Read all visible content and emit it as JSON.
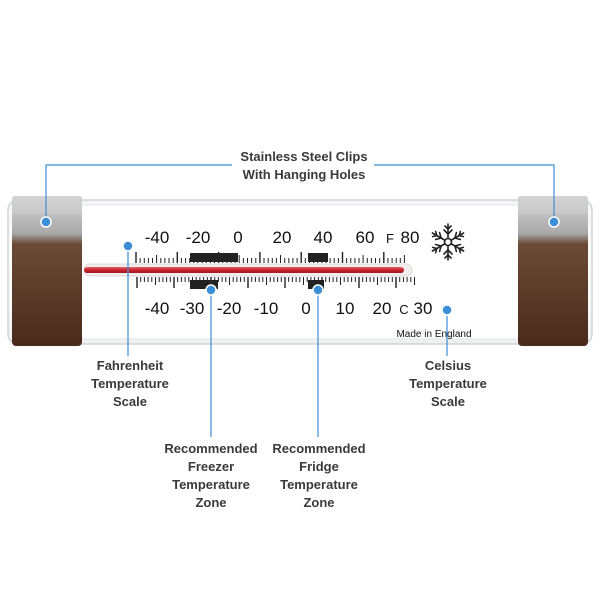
{
  "callouts": {
    "clips": {
      "lines": [
        "Stainless Steel Clips",
        "With Hanging Holes"
      ]
    },
    "fahrenheit": {
      "lines": [
        "Fahrenheit",
        "Temperature",
        "Scale"
      ]
    },
    "celsius": {
      "lines": [
        "Celsius",
        "Temperature",
        "Scale"
      ]
    },
    "freezer": {
      "lines": [
        "Recommended",
        "Freezer",
        "Temperature",
        "Zone"
      ]
    },
    "fridge": {
      "lines": [
        "Recommended",
        "Fridge",
        "Temperature",
        "Zone"
      ]
    }
  },
  "thermometer": {
    "fahrenheit_labels": [
      "-40",
      "-20",
      "0",
      "20",
      "40",
      "60"
    ],
    "fahrenheit_unit": "F",
    "fahrenheit_last": "80",
    "celsius_labels": [
      "-40",
      "-30",
      "-20",
      "-10",
      "0",
      "10",
      "20"
    ],
    "celsius_unit": "C",
    "celsius_last": "30",
    "maker_text": "Made in England",
    "snowflake_icon": "snowflake-icon"
  },
  "colors": {
    "accent_blue": "#3a8fd6",
    "mercury_red": "#c8222a",
    "clip_brown": "#5a3320"
  }
}
